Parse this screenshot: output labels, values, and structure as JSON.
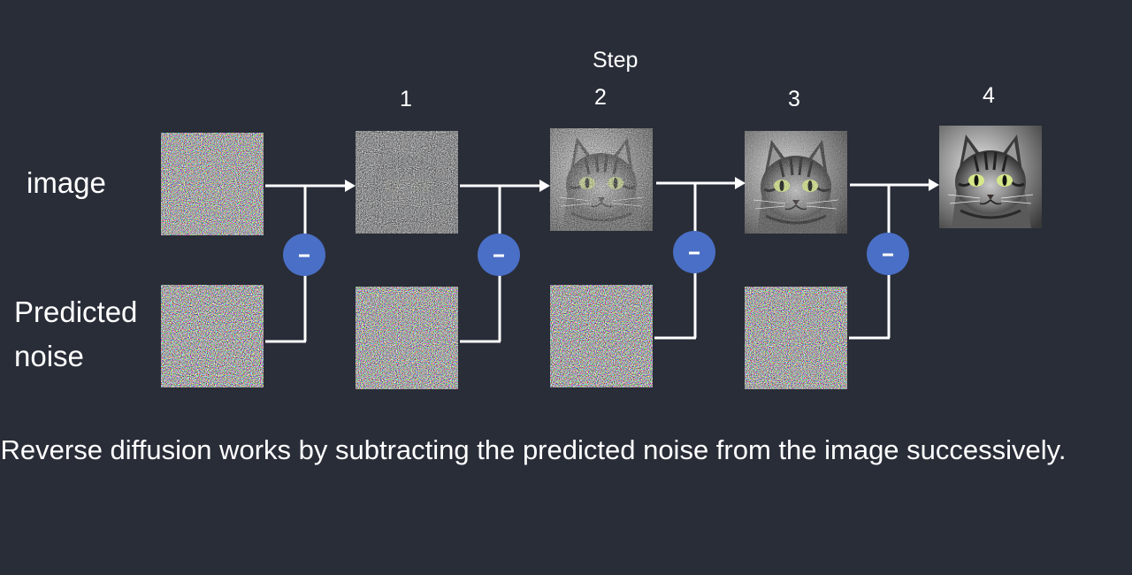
{
  "diagram": {
    "step_title": "Step",
    "step_labels": [
      "1",
      "2",
      "3",
      "4"
    ],
    "row_labels": {
      "image": "image",
      "predicted_noise_line1": "Predicted",
      "predicted_noise_line2": "noise"
    },
    "operator_symbol": "-",
    "caption": "Reverse diffusion works by subtracting the predicted noise from the image successively.",
    "noise_levels": [
      1.0,
      0.85,
      0.55,
      0.3,
      0.0
    ]
  },
  "colors": {
    "background": "#292d38",
    "text": "#ffffff",
    "operator_circle": "#4a6fc6",
    "arrow": "#ffffff"
  }
}
